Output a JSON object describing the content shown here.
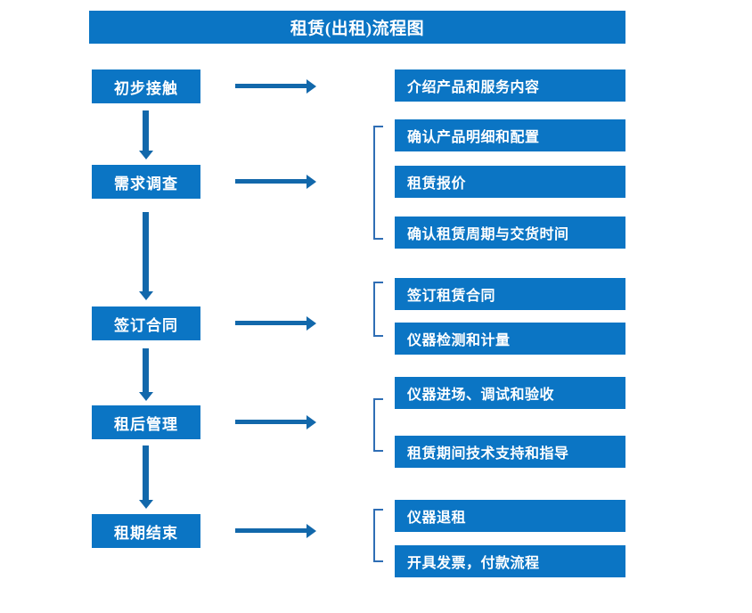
{
  "header": {
    "title": "租赁(出租)流程图"
  },
  "colors": {
    "box_fill": "#0b75c4",
    "box_text": "#ffffff",
    "arrow": "#1268ab",
    "bracket": "#2f6eb5",
    "background": "#ffffff"
  },
  "stages": [
    {
      "label": "初步接触"
    },
    {
      "label": "需求调查"
    },
    {
      "label": "签订合同"
    },
    {
      "label": "租后管理"
    },
    {
      "label": "租期结束"
    }
  ],
  "details": [
    {
      "label": "介绍产品和服务内容"
    },
    {
      "label": "确认产品明细和配置"
    },
    {
      "label": "租赁报价"
    },
    {
      "label": "确认租赁周期与交货时间"
    },
    {
      "label": "签订租赁合同"
    },
    {
      "label": "仪器检测和计量"
    },
    {
      "label": "仪器进场、调试和验收"
    },
    {
      "label": "租赁期间技术支持和指导"
    },
    {
      "label": "仪器退租"
    },
    {
      "label": "开具发票，付款流程"
    }
  ],
  "groups": [
    {
      "stage": "需求调查",
      "detail_labels": [
        "确认产品明细和配置",
        "租赁报价",
        "确认租赁周期与交货时间"
      ]
    },
    {
      "stage": "签订合同",
      "detail_labels": [
        "签订租赁合同",
        "仪器检测和计量"
      ]
    },
    {
      "stage": "租后管理",
      "detail_labels": [
        "仪器进场、调试和验收",
        "租赁期间技术支持和指导"
      ]
    },
    {
      "stage": "租期结束",
      "detail_labels": [
        "仪器退租",
        "开具发票，付款流程"
      ]
    }
  ]
}
